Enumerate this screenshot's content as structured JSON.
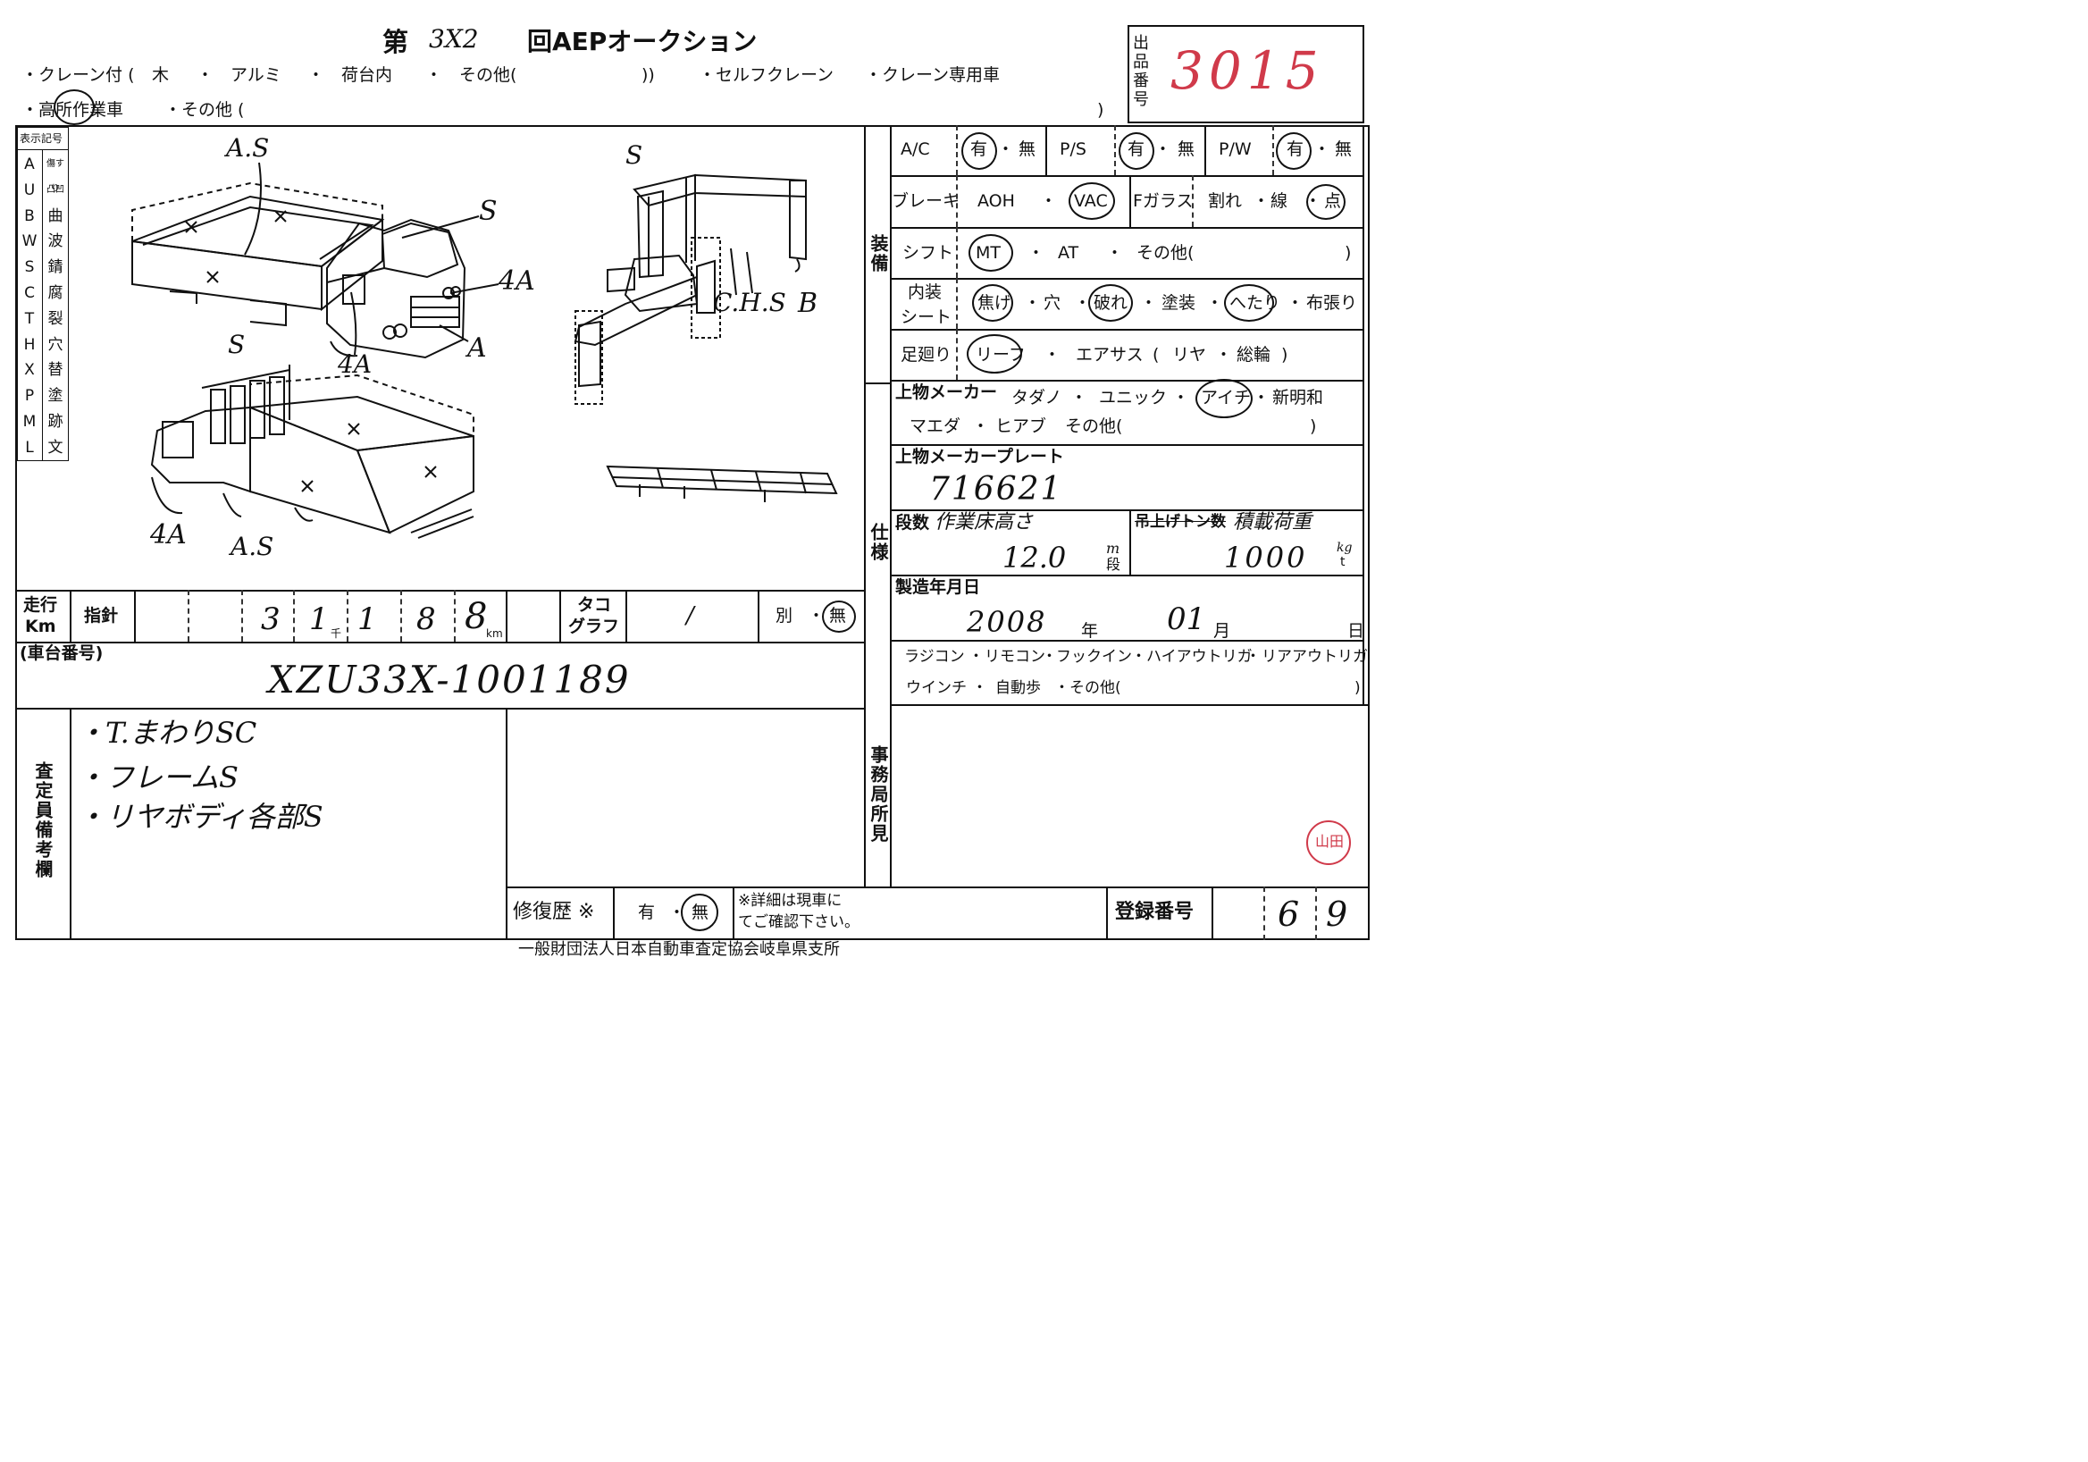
{
  "header": {
    "title_prefix": "第",
    "title_no": "3X2",
    "title_suffix": "回AEPオークション",
    "line1": [
      "・クレーン付 (",
      "木",
      "・",
      "アルミ",
      "・",
      "荷台内",
      "・",
      "その他(",
      "))",
      "・セルフクレーン",
      "・クレーン専用車"
    ],
    "line2": [
      "・高所作業車",
      "・その他 (",
      ")"
    ],
    "lot_label": [
      "出",
      "品",
      "番",
      "号"
    ],
    "lot_number": "3015"
  },
  "legend": {
    "title": "表示記号",
    "rows": [
      {
        "code": "A",
        "meaning": "傷すり"
      },
      {
        "code": "U",
        "meaning": "凸凹"
      },
      {
        "code": "B",
        "meaning": "曲"
      },
      {
        "code": "W",
        "meaning": "波"
      },
      {
        "code": "S",
        "meaning": "錆"
      },
      {
        "code": "C",
        "meaning": "腐"
      },
      {
        "code": "T",
        "meaning": "裂"
      },
      {
        "code": "H",
        "meaning": "穴"
      },
      {
        "code": "X",
        "meaning": "替"
      },
      {
        "code": "P",
        "meaning": "塗"
      },
      {
        "code": "M",
        "meaning": "跡"
      },
      {
        "code": "L",
        "meaning": "文"
      }
    ]
  },
  "diagram_marks": {
    "front_as": "A.S",
    "front_s_top": "S",
    "front_4a_right": "4A",
    "front_s_left": "S",
    "front_4a_bottom": "4A",
    "front_a": "A",
    "rear_4a": "4A",
    "rear_as": "A.S",
    "crane_s": "S",
    "crane_chs": "C.H.S",
    "crane_b": "B"
  },
  "equipment": {
    "section_label": "装備",
    "ac": {
      "label": "A/C",
      "opt1": "有",
      "sep": "・",
      "opt2": "無"
    },
    "ps": {
      "label": "P/S",
      "opt1": "有",
      "sep": "・",
      "opt2": "無"
    },
    "pw": {
      "label": "P/W",
      "opt1": "有",
      "sep": "・",
      "opt2": "無"
    },
    "brake": {
      "label": "ブレーキ",
      "opt1": "AOH",
      "sep": "・",
      "opt2": "VAC"
    },
    "glass": {
      "label": "Fガラス",
      "opt1": "割れ",
      "sep1": "・",
      "opt2": "線",
      "sep2": "・",
      "opt3": "点"
    },
    "shift": {
      "label": "シフト",
      "opt1": "MT",
      "sep1": "・",
      "opt2": "AT",
      "sep2": "・",
      "opt3": "その他(",
      "close": ")"
    },
    "interior": {
      "label1": "内装",
      "label2": "シート",
      "opts": [
        "焦げ",
        "・",
        "穴",
        "・",
        "破れ",
        "・",
        "塗装",
        "・",
        "へたり",
        "・",
        "布張り"
      ]
    },
    "suspension": {
      "label": "足廻り",
      "opt1": "リーフ",
      "sep": "・",
      "opt2": "エアサス",
      "paren": "(",
      "opt3": "リヤ",
      "sep2": "・",
      "opt4": "総輪",
      "close": ")"
    }
  },
  "spec": {
    "section_label": "仕様",
    "maker_label": "上物メーカー",
    "maker_opts1": [
      "タダノ",
      "・",
      "ユニック",
      "・",
      "アイチ",
      "・",
      "新明和"
    ],
    "maker_opts2": [
      "マエダ",
      "・",
      "ヒアブ",
      "その他(",
      ")"
    ],
    "plate_label": "上物メーカープレート",
    "plate_value": "716621",
    "stage_label": "段数",
    "stage_hw": "作業床高さ",
    "stage_value": "12.0",
    "stage_unit_top": "m",
    "stage_unit_bottom": "段",
    "lift_label": "吊上げトン数",
    "lift_hw": "積載荷重",
    "lift_value": "1000",
    "lift_unit_top": "kg",
    "lift_unit_bottom": "t",
    "mfg_label": "製造年月日",
    "mfg_year": "2008",
    "mfg_year_unit": "年",
    "mfg_month": "01",
    "mfg_month_unit": "月",
    "mfg_day_unit": "日",
    "options1": [
      "ラジコン",
      "・",
      "リモコン",
      "・",
      "フックイン",
      "・ハイアウトリガ",
      "・",
      "リアアウトリガ"
    ],
    "options2": [
      "ウインチ",
      "・",
      "自動歩",
      "・その他(",
      ")"
    ]
  },
  "mileage": {
    "label1": "走行",
    "label2": "Km",
    "meter_label": "指針",
    "digits": [
      "",
      "",
      "3",
      "1",
      "1",
      "8",
      "8"
    ],
    "thousand_unit": "千",
    "km_unit": "km",
    "tacho_label1": "タコ",
    "tacho_label2": "グラフ",
    "tacho_value": "/",
    "other_label": "別",
    "other_sep": "・",
    "other_opt": "無"
  },
  "chassis": {
    "label": "(車台番号)",
    "value": "XZU33X-1001189"
  },
  "remarks": {
    "label": "査定員備考欄",
    "lines": [
      "・T.まわりSC",
      "・フレームS",
      "・リヤボディ各部S"
    ]
  },
  "office": {
    "label": "事務局所見",
    "stamp": "山田"
  },
  "repair": {
    "label": "修復歴 ※",
    "opt1": "有",
    "sep": "・",
    "opt2": "無",
    "note1": "※詳細は現車に",
    "note2": "てご確認下さい。"
  },
  "registration": {
    "label": "登録番号",
    "digits": [
      "6",
      "9"
    ]
  },
  "footer": "一般財団法人日本自動車査定協会岐阜県支所"
}
